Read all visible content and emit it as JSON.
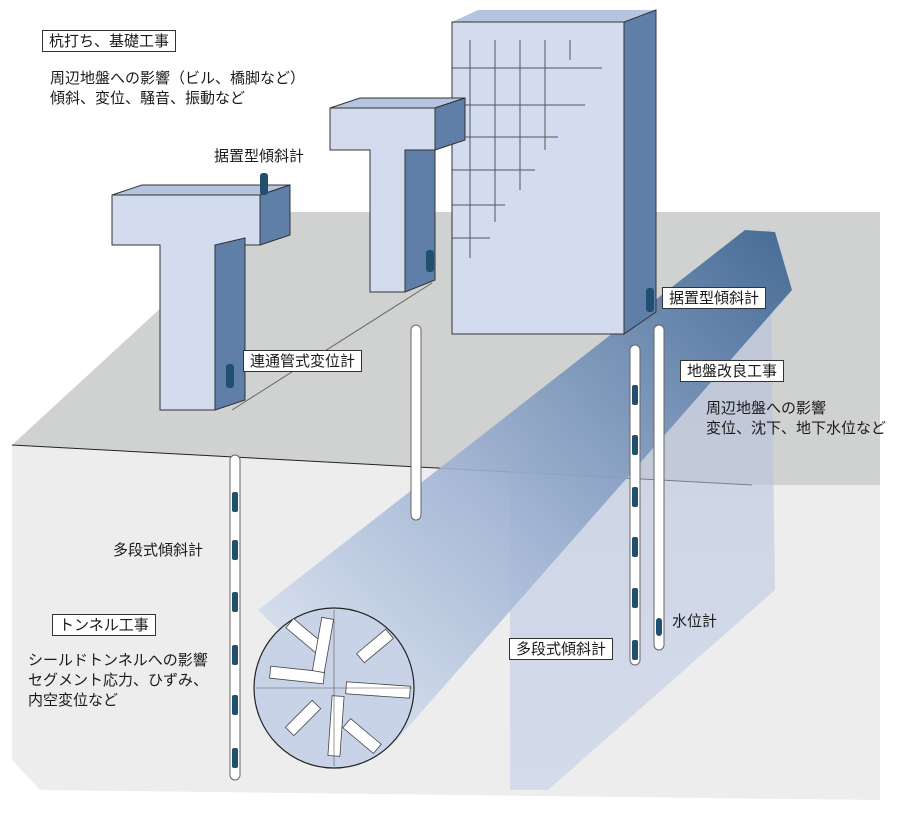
{
  "sections": {
    "pile_work": {
      "title": "杭打ち、基礎工事",
      "lines": [
        "周辺地盤への影響（ビル、橋脚など）",
        "傾斜、変位、騒音、振動など"
      ]
    },
    "ground_improvement": {
      "title": "地盤改良工事",
      "lines": [
        "周辺地盤への影響",
        "変位、沈下、地下水位など"
      ]
    },
    "tunnel_work": {
      "title": "トンネル工事",
      "lines": [
        "シールドトンネルへの影響",
        "セグメント応力、ひずみ、",
        "内空変位など"
      ]
    }
  },
  "instruments": {
    "fixed_tilt_top": "据置型傾斜計",
    "fixed_tilt_building": "据置型傾斜計",
    "settlement_gauge": "連通管式変位計",
    "multi_tilt_left": "多段式傾斜計",
    "multi_tilt_right": "多段式傾斜計",
    "water_level": "水位計"
  },
  "colors": {
    "ground_top": "#cfd1d0",
    "ground_side": "#eceded",
    "structure_front": "#d3dcee",
    "structure_side": "#5f7fa8",
    "sensor": "#21506e",
    "tunnel_dark": "#3f6692",
    "tunnel_light": "#c7d3ea",
    "water_plane": "#aebcdb"
  }
}
